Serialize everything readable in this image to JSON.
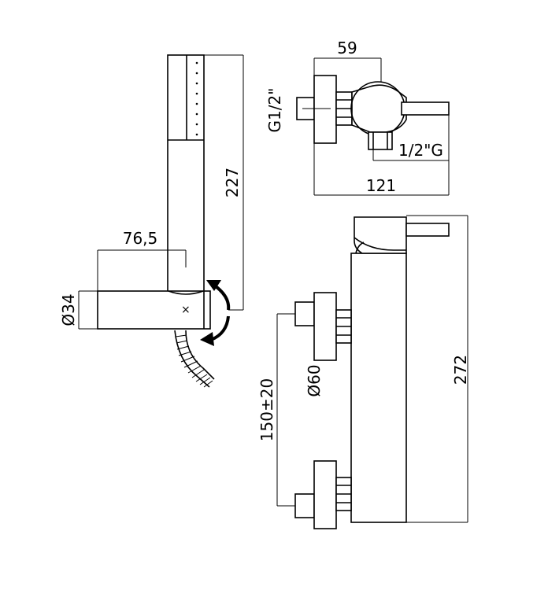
{
  "drawing": {
    "labels": {
      "handshower_length": "227",
      "holder_projection": "76,5",
      "holder_diameter": "Ø34",
      "top_width": "59",
      "inlet_thread": "G1/2\"",
      "outlet_thread": "1/2\"G",
      "top_depth": "121",
      "flange_diameter": "Ø60",
      "center_distance": "150±20",
      "mixer_height": "272"
    },
    "icons": [
      "rotate-arrow-icon",
      "rotate-arrow-icon"
    ]
  }
}
